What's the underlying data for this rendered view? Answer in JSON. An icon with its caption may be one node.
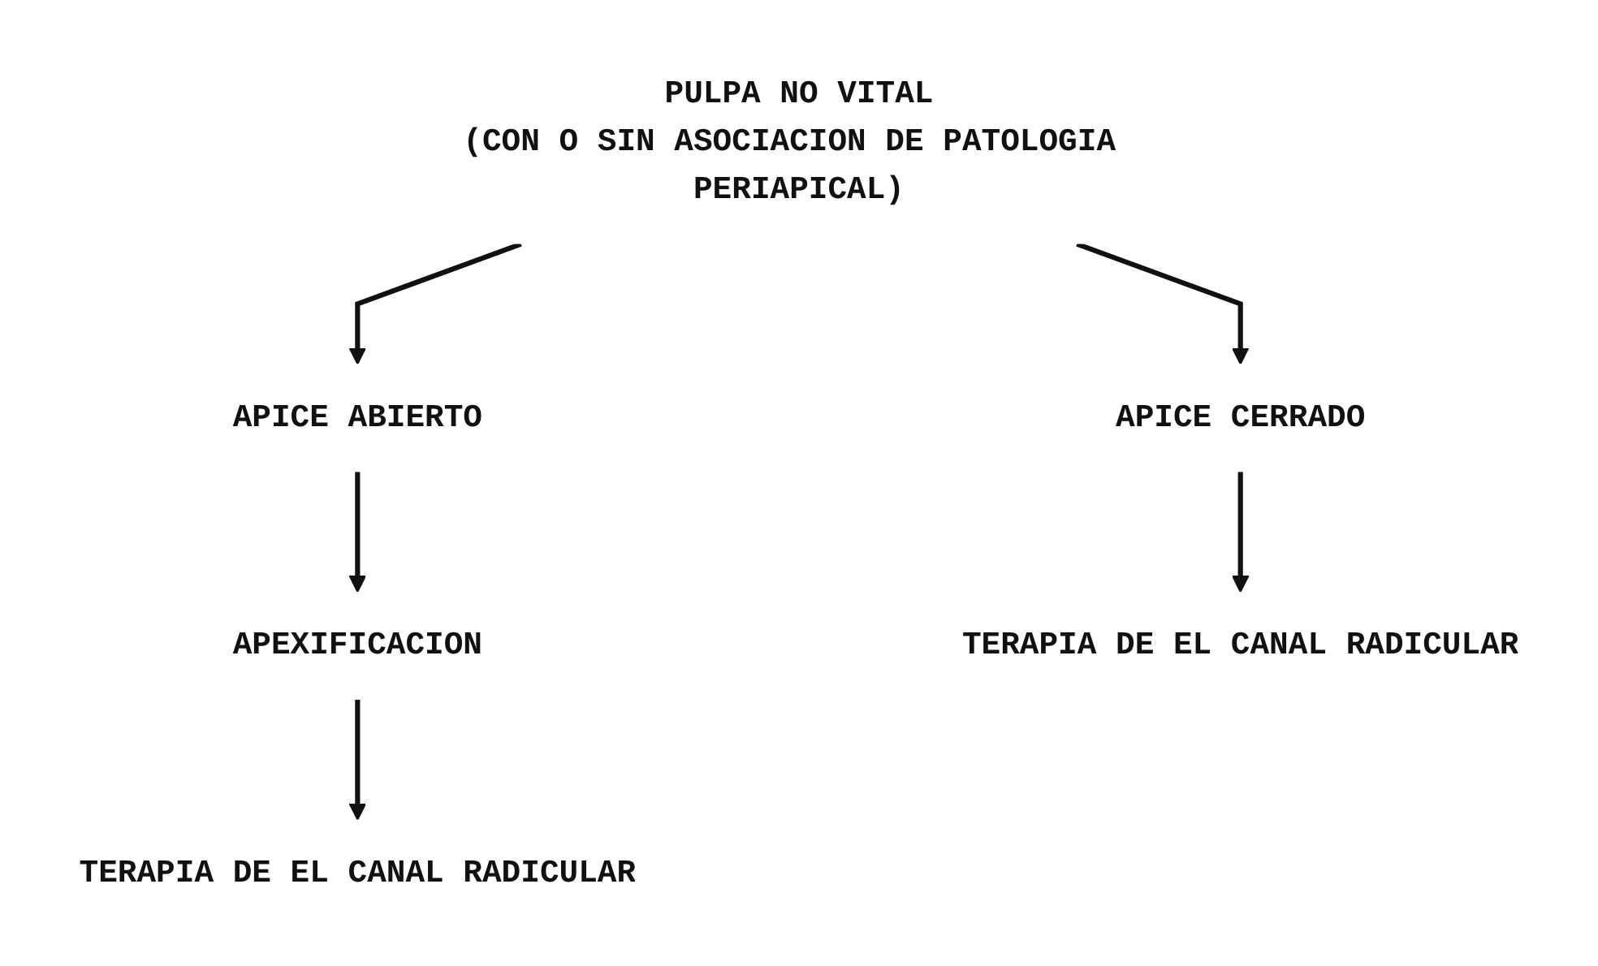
{
  "diagram": {
    "nodes": [
      {
        "text": [
          "PULPA NO VITAL",
          "(CON O SIN ASOCIACION DE PATOLOGIA PERIAPICAL)"
        ]
      },
      {
        "text": [
          "APICE ABIERTO"
        ]
      },
      {
        "text": [
          "APICE CERRADO"
        ]
      },
      {
        "text": [
          "APEXIFICACION"
        ]
      },
      {
        "text": [
          "TERAPIA DE EL CANAL RADICULAR"
        ]
      },
      {
        "text": [
          "TERAPIA DE EL CANAL RADICULAR"
        ]
      }
    ],
    "edges": [
      {
        "from": 0,
        "to": 1,
        "arrow": "to"
      },
      {
        "from": 0,
        "to": 2,
        "arrow": "to"
      },
      {
        "from": 1,
        "to": 3,
        "arrow": "to"
      },
      {
        "from": 3,
        "to": 4,
        "arrow": "to"
      },
      {
        "from": 2,
        "to": 5,
        "arrow": "to"
      }
    ]
  }
}
